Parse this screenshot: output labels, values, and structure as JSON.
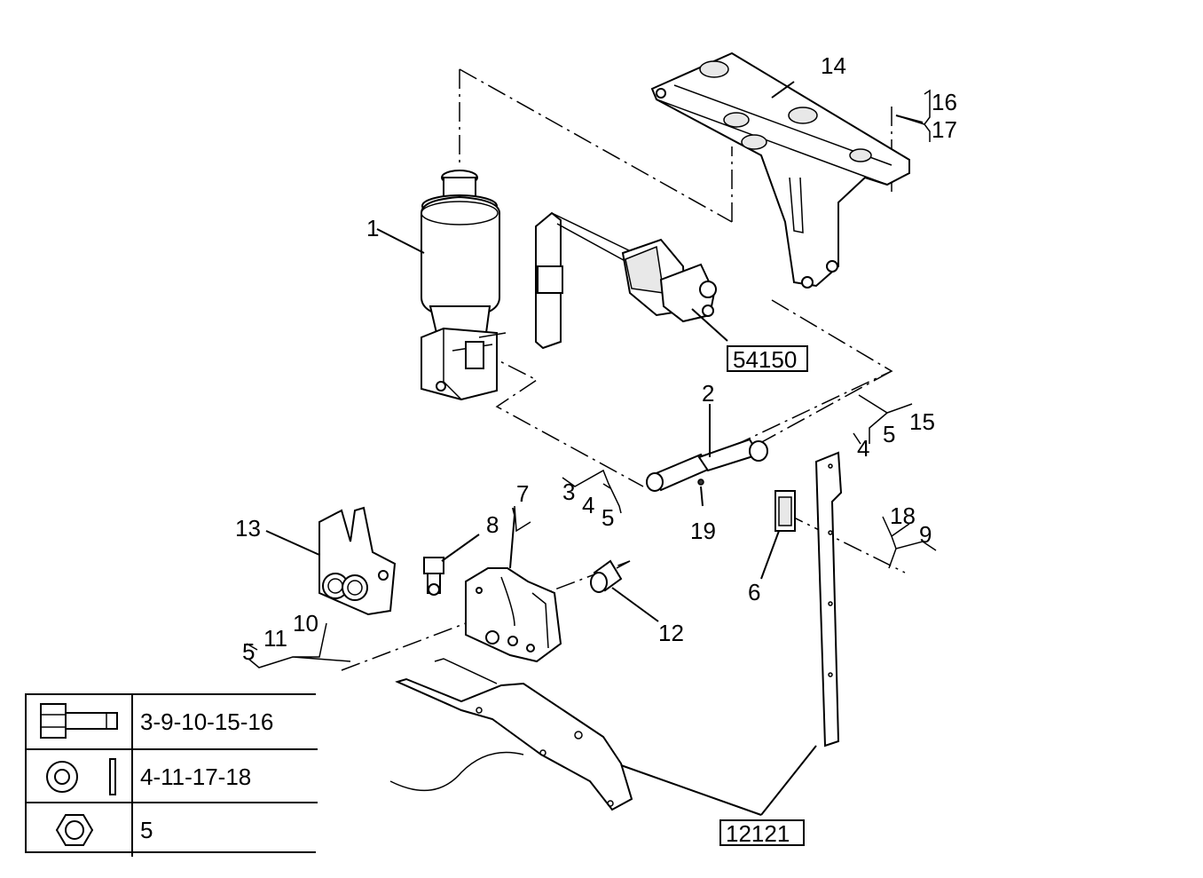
{
  "callouts": {
    "c1": "1",
    "c2": "2",
    "c3a": "3",
    "c4a": "4",
    "c5a": "5",
    "c4b": "4",
    "c5b": "5",
    "c15": "15",
    "c6": "6",
    "c7": "7",
    "c8": "8",
    "c9": "9",
    "c18": "18",
    "c10": "10",
    "c11": "11",
    "c5c": "5",
    "c12": "12",
    "c13": "13",
    "c14": "14",
    "c16": "16",
    "c17": "17",
    "c19": "19"
  },
  "references": {
    "ref_54150": "54150",
    "ref_12121": "12121"
  },
  "legend": {
    "rows": [
      {
        "icon": "bolt-icon",
        "parts": "3-9-10-15-16"
      },
      {
        "icon": "washer-icon",
        "parts": "4-11-17-18"
      },
      {
        "icon": "nut-icon",
        "parts": "5"
      }
    ]
  }
}
